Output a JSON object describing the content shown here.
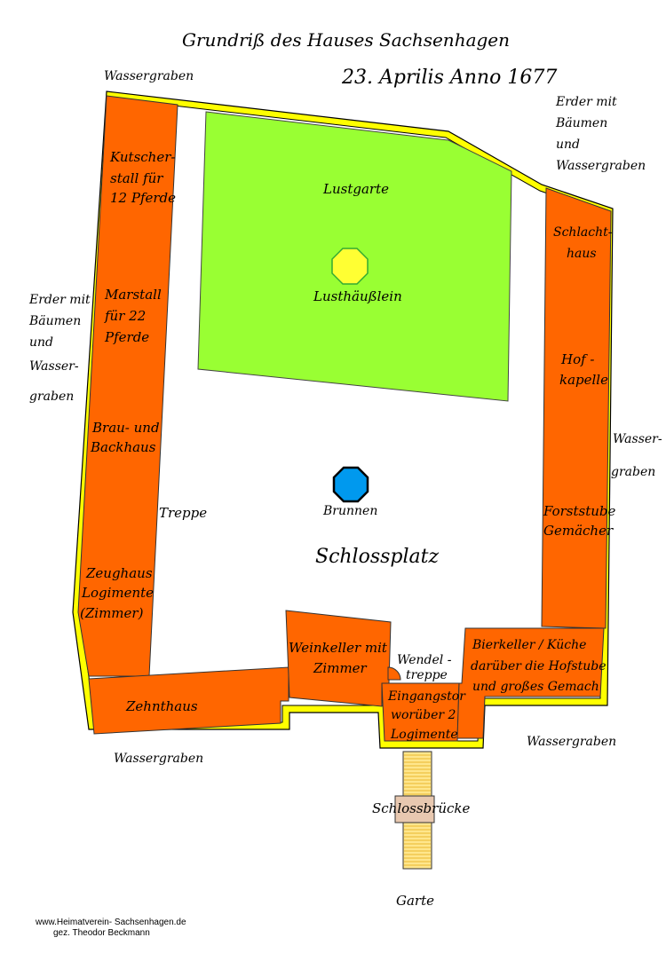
{
  "title": "Grundriß des Hauses Sachsenhagen",
  "date": "23. Aprilis Anno 1677",
  "moat_labels": {
    "top_left": "Wassergraben",
    "bottom_left": "Wassergraben",
    "bottom_right": "Wassergraben",
    "right": [
      "Wasser-",
      "graben"
    ],
    "top_right": [
      "Erder mit",
      "Bäumen",
      "und",
      "Wassergraben"
    ],
    "left": [
      "Erder mit",
      "Bäumen",
      "und",
      "Wasser-",
      "graben"
    ]
  },
  "buildings": {
    "kutscherstall": [
      "Kutscher-",
      "stall für",
      "12 Pferde"
    ],
    "marstall": [
      "Marstall",
      "für 22",
      "Pferde"
    ],
    "brauhaus": [
      "Brau- und",
      "Backhaus"
    ],
    "zeughaus": [
      "Zeughaus",
      "Logimente",
      "(Zimmer)"
    ],
    "zehnthaus": "Zehnthaus",
    "weinkeller": [
      "Weinkeller mit",
      "Zimmer"
    ],
    "wendeltreppe": [
      "Wendel -",
      "treppe"
    ],
    "eingangstor": [
      "Eingangstor",
      "worüber 2",
      "Logimente"
    ],
    "bierkeller": [
      "Bierkeller / Küche",
      "darüber die Hofstube",
      "und großes Gemach"
    ],
    "schlachthaus": [
      "Schlacht-",
      "haus"
    ],
    "hofkapelle": [
      "Hof -",
      "kapelle"
    ],
    "forststube": [
      "Forststube",
      "Gemächer"
    ]
  },
  "grounds": {
    "lustgarte": "Lustgarte",
    "lusthaeusslein": "Lusthäußlein",
    "brunnen": "Brunnen",
    "schlossplatz": "Schlossplatz",
    "treppe": "Treppe",
    "schlossbruecke": "Schlossbrücke",
    "garte": "Garte"
  },
  "credits": [
    "www.Heimatverein- Sachsenhagen.de",
    "gez. Theodor Beckmann"
  ],
  "colors": {
    "building": "#FF6600",
    "moat": "#FFFF00",
    "garden": "#99FF33",
    "pavilion": "#FFFF33",
    "well": "#0099EE",
    "bridge": "#FFE68C",
    "bridge_house": "#E8C8B0"
  }
}
